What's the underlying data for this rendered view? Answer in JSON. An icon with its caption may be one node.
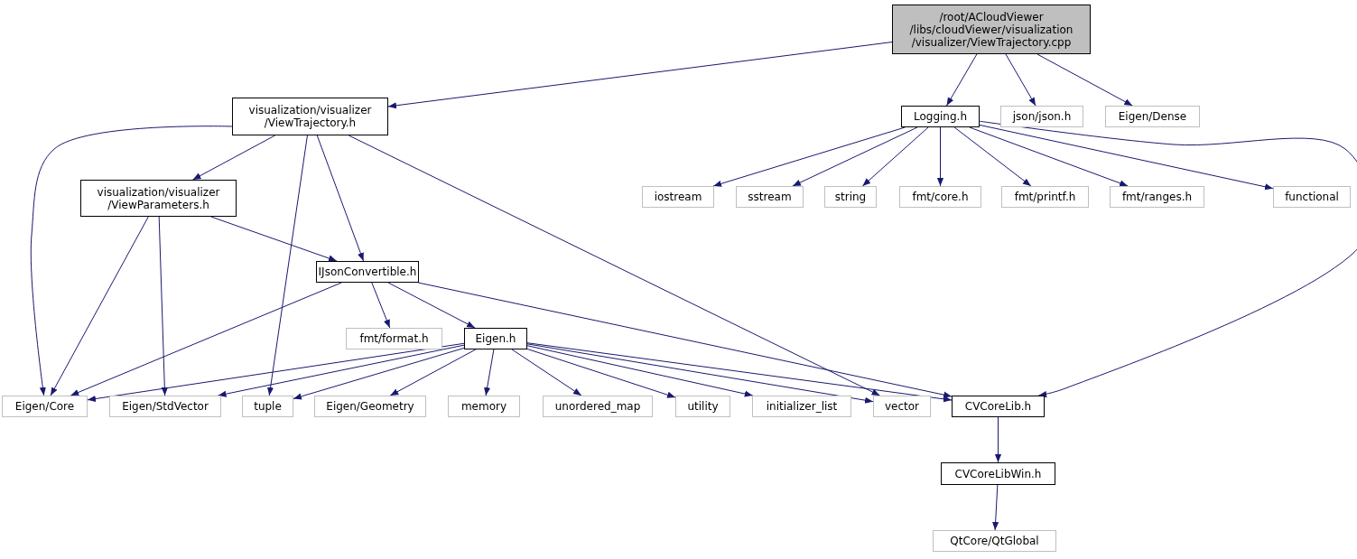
{
  "diagram": {
    "nodes": [
      {
        "text": [
          "/root/ACloudViewer /libs/cloudViewer/visualization /visualizer/ViewTrajectory.cpp"
        ]
      },
      {
        "text": [
          "visualization/visualizer /ViewTrajectory.h"
        ]
      },
      {
        "text": [
          "Logging.h"
        ]
      },
      {
        "text": [
          "json/json.h"
        ]
      },
      {
        "text": [
          "Eigen/Dense"
        ]
      },
      {
        "text": [
          "visualization/visualizer /ViewParameters.h"
        ]
      },
      {
        "text": [
          "iostream"
        ]
      },
      {
        "text": [
          "sstream"
        ]
      },
      {
        "text": [
          "string"
        ]
      },
      {
        "text": [
          "fmt/core.h"
        ]
      },
      {
        "text": [
          "fmt/printf.h"
        ]
      },
      {
        "text": [
          "fmt/ranges.h"
        ]
      },
      {
        "text": [
          "functional"
        ]
      },
      {
        "text": [
          "IJsonConvertible.h"
        ]
      },
      {
        "text": [
          "fmt/format.h"
        ]
      },
      {
        "text": [
          "Eigen.h"
        ]
      },
      {
        "text": [
          "Eigen/Core"
        ]
      },
      {
        "text": [
          "Eigen/StdVector"
        ]
      },
      {
        "text": [
          "tuple"
        ]
      },
      {
        "text": [
          "Eigen/Geometry"
        ]
      },
      {
        "text": [
          "memory"
        ]
      },
      {
        "text": [
          "unordered_map"
        ]
      },
      {
        "text": [
          "utility"
        ]
      },
      {
        "text": [
          "initializer_list"
        ]
      },
      {
        "text": [
          "vector"
        ]
      },
      {
        "text": [
          "CVCoreLib.h"
        ]
      },
      {
        "text": [
          "CVCoreLibWin.h"
        ]
      },
      {
        "text": [
          "QtCore/QtGlobal"
        ]
      }
    ],
    "edges": [
      {
        "from": 0,
        "to": 1,
        "arrow": "to"
      },
      {
        "from": 0,
        "to": 2,
        "arrow": "to"
      },
      {
        "from": 0,
        "to": 3,
        "arrow": "to"
      },
      {
        "from": 0,
        "to": 4,
        "arrow": "to"
      },
      {
        "from": 1,
        "to": 16,
        "arrow": "to"
      },
      {
        "from": 1,
        "to": 5,
        "arrow": "to"
      },
      {
        "from": 1,
        "to": 18,
        "arrow": "to"
      },
      {
        "from": 1,
        "to": 13,
        "arrow": "to"
      },
      {
        "from": 1,
        "to": 24,
        "arrow": "to"
      },
      {
        "from": 2,
        "to": 6,
        "arrow": "to"
      },
      {
        "from": 2,
        "to": 7,
        "arrow": "to"
      },
      {
        "from": 2,
        "to": 8,
        "arrow": "to"
      },
      {
        "from": 2,
        "to": 9,
        "arrow": "to"
      },
      {
        "from": 2,
        "to": 10,
        "arrow": "to"
      },
      {
        "from": 2,
        "to": 11,
        "arrow": "to"
      },
      {
        "from": 2,
        "to": 12,
        "arrow": "to"
      },
      {
        "from": 2,
        "to": 25,
        "arrow": "to"
      },
      {
        "from": 5,
        "to": 16,
        "arrow": "to"
      },
      {
        "from": 5,
        "to": 17,
        "arrow": "to"
      },
      {
        "from": 5,
        "to": 13,
        "arrow": "to"
      },
      {
        "from": 13,
        "to": 16,
        "arrow": "to"
      },
      {
        "from": 13,
        "to": 14,
        "arrow": "to"
      },
      {
        "from": 13,
        "to": 15,
        "arrow": "to"
      },
      {
        "from": 13,
        "to": 25,
        "arrow": "to"
      },
      {
        "from": 15,
        "to": 16,
        "arrow": "to"
      },
      {
        "from": 15,
        "to": 17,
        "arrow": "to"
      },
      {
        "from": 15,
        "to": 18,
        "arrow": "to"
      },
      {
        "from": 15,
        "to": 19,
        "arrow": "to"
      },
      {
        "from": 15,
        "to": 20,
        "arrow": "to"
      },
      {
        "from": 15,
        "to": 21,
        "arrow": "to"
      },
      {
        "from": 15,
        "to": 22,
        "arrow": "to"
      },
      {
        "from": 15,
        "to": 23,
        "arrow": "to"
      },
      {
        "from": 15,
        "to": 24,
        "arrow": "to"
      },
      {
        "from": 15,
        "to": 25,
        "arrow": "to"
      },
      {
        "from": 25,
        "to": 26,
        "arrow": "to"
      },
      {
        "from": 26,
        "to": 27,
        "arrow": "to"
      }
    ]
  }
}
